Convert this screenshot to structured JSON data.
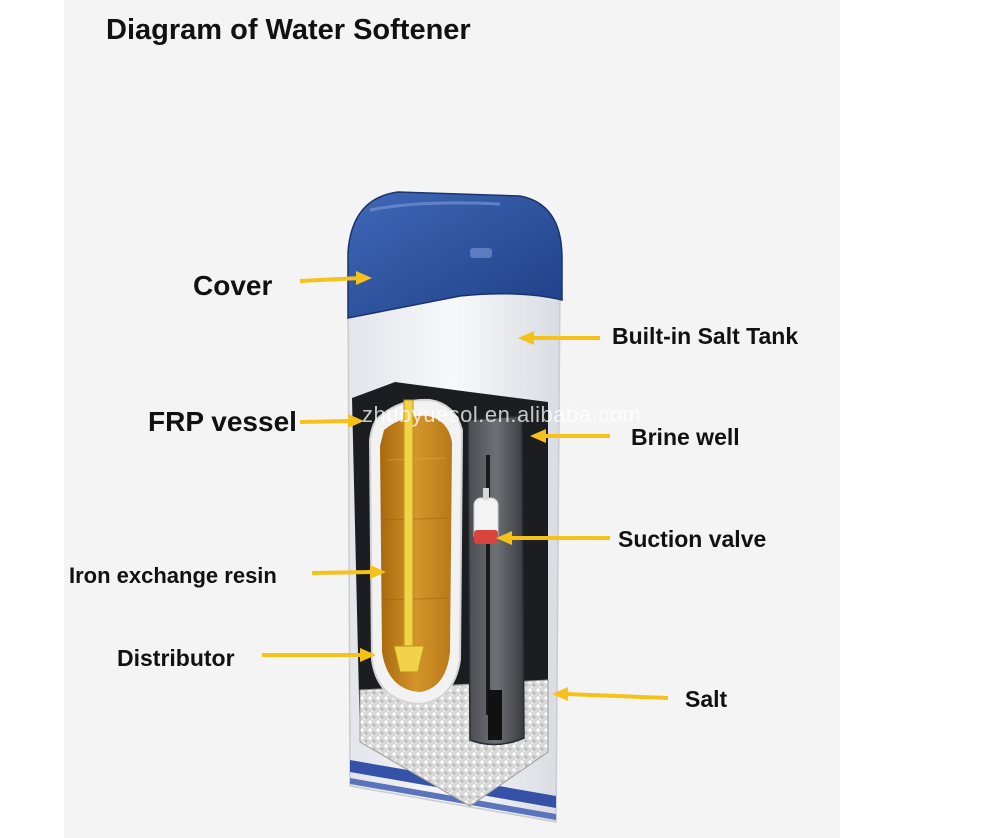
{
  "title": "Diagram of Water Softener",
  "watermark": "zhubyuesol.en.alibaba.com",
  "colors": {
    "cover": "#2a4f9c",
    "body": "#eef0f3",
    "resin": "#c8881c",
    "arrow": "#f6c21a",
    "base_stripe": "#3552a8"
  },
  "labels": {
    "cover": "Cover",
    "salt_tank": "Built-in Salt Tank",
    "frp_vessel": "FRP vessel",
    "brine_well": "Brine well",
    "suction_valve": "Suction valve",
    "resin": "Iron exchange resin",
    "distributor": "Distributor",
    "salt": "Salt"
  }
}
